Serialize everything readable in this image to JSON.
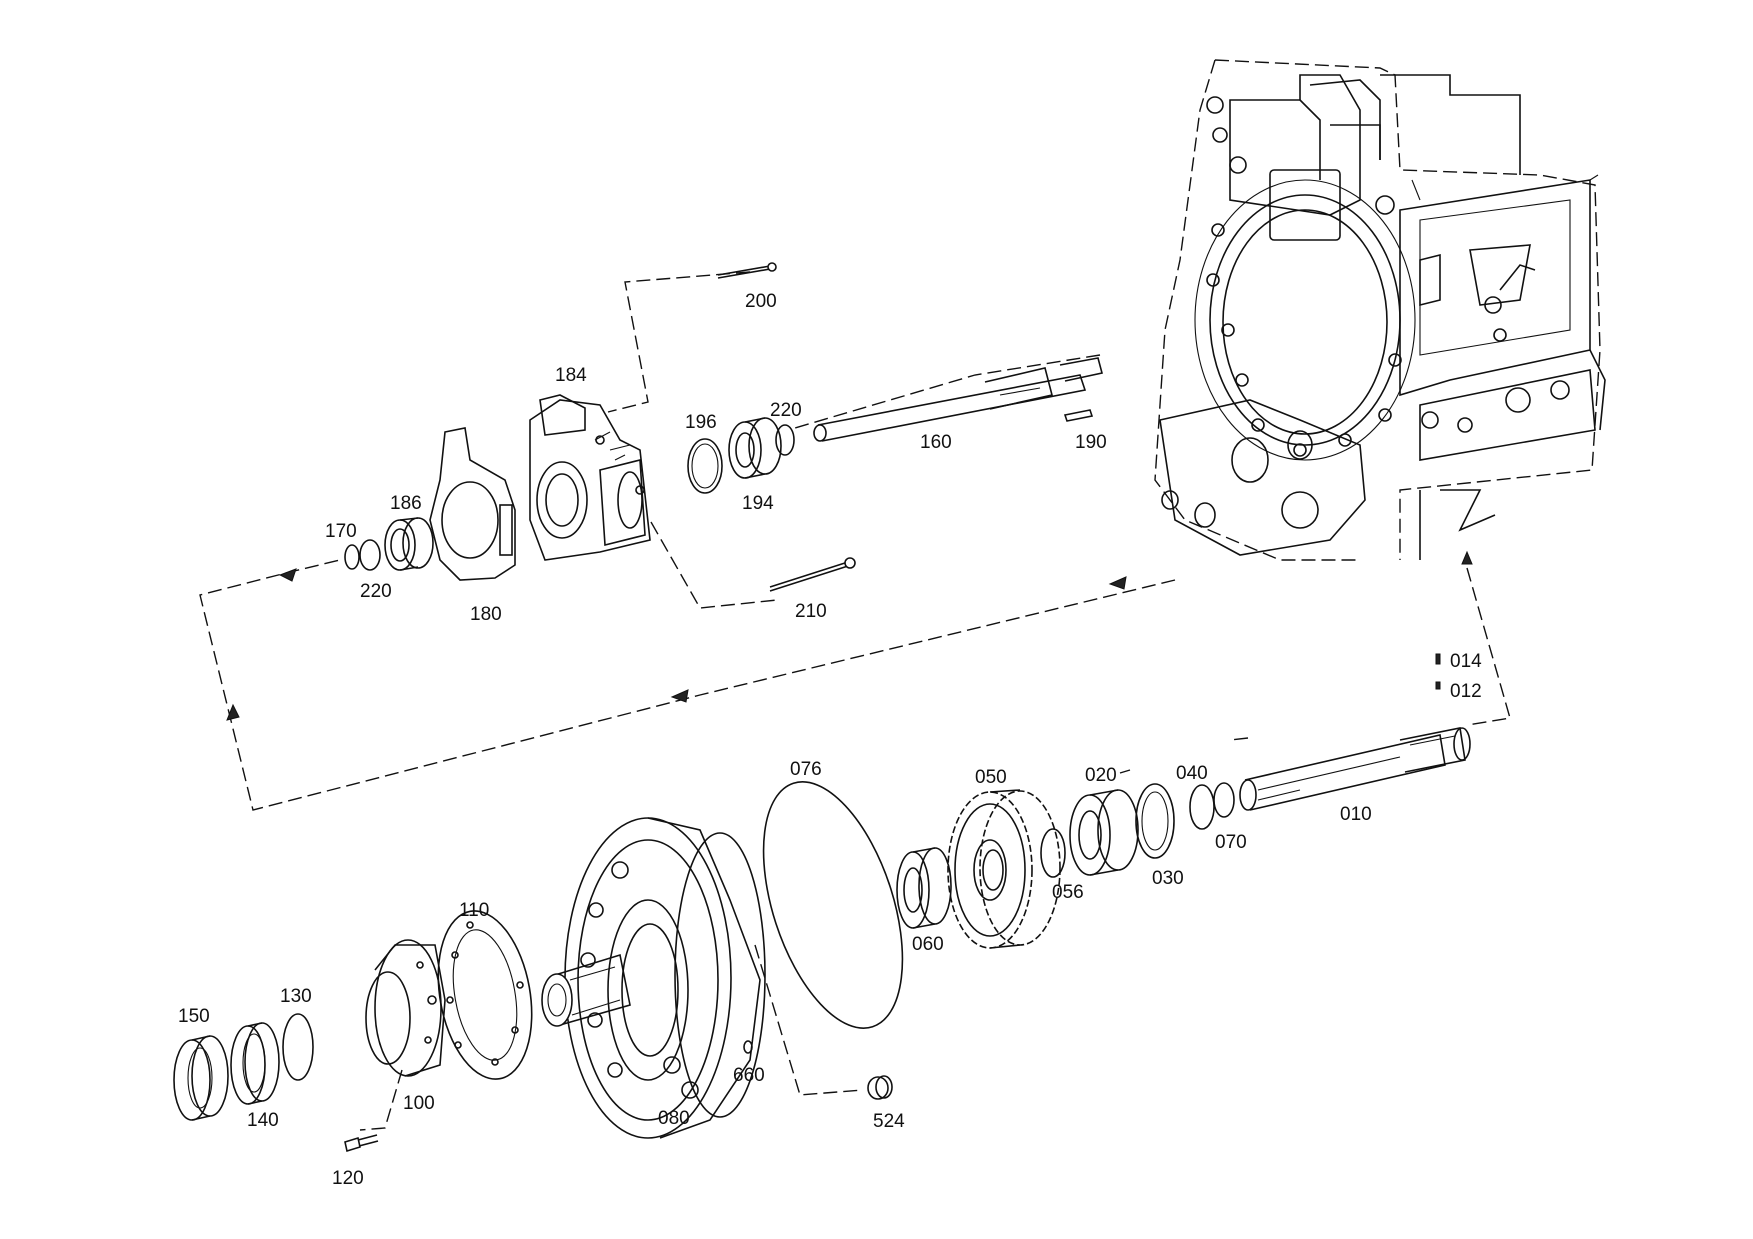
{
  "labels": {
    "p010": "010",
    "p012": "012",
    "p014": "014",
    "p020": "020",
    "p030": "030",
    "p040": "040",
    "p050": "050",
    "p056": "056",
    "p060": "060",
    "p070": "070",
    "p076": "076",
    "p080": "080",
    "p100": "100",
    "p110": "110",
    "p120": "120",
    "p130": "130",
    "p140": "140",
    "p150": "150",
    "p160": "160",
    "p170": "170",
    "p180": "180",
    "p184": "184",
    "p186": "186",
    "p190": "190",
    "p194": "194",
    "p196": "196",
    "p200": "200",
    "p210": "210",
    "p220a": "220",
    "p220b": "220",
    "p524": "524",
    "p660": "660"
  }
}
